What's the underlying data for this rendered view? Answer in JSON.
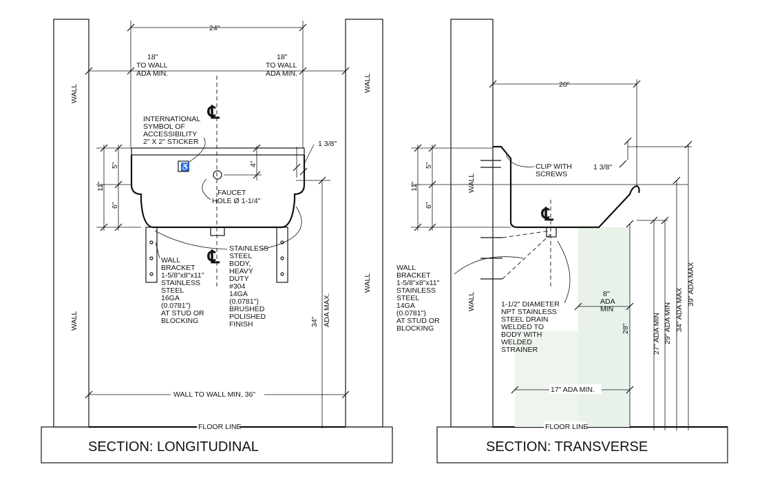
{
  "longitudinal": {
    "title": "SECTION: LONGITUDINAL",
    "dim_top": "24\"",
    "to_wall_left": [
      "18\"",
      "TO WALL",
      "ADA MIN."
    ],
    "to_wall_right": [
      "18\"",
      "TO WALL",
      "ADA MIN."
    ],
    "wall_label": "WALL",
    "symbol_note": [
      "INTERNATIONAL",
      "SYMBOL OF",
      "ACCESSIBILITY",
      "2\" X 2\" STICKER"
    ],
    "dim_1_3_8": "1 3/8\"",
    "dim_5": "5\"",
    "dim_11": "11\"",
    "dim_6": "6\"",
    "dim_4": "4\"",
    "faucet_note": [
      "FAUCET",
      "HOLE Ø 1-1/4\""
    ],
    "body_note": [
      "STAINLESS",
      "STEEL",
      "BODY,",
      "HEAVY",
      "DUTY",
      "#304",
      "14GA",
      "(0.0781\")",
      "BRUSHED",
      "POLISHED",
      "FINISH"
    ],
    "bracket_note": [
      "WALL",
      "BRACKET",
      "1-5/8\"x8\"x11\"",
      "STAINLESS",
      "STEEL",
      "16GA",
      "(0.0781\")",
      "AT STUD OR",
      "BLOCKING"
    ],
    "ada_max": [
      "34\"",
      "ADA MAX."
    ],
    "wall_to_wall": "WALL TO WALL MIN, 36\"",
    "floor_line": "FLOOR LINE",
    "centerline": "℄"
  },
  "transverse": {
    "title": "SECTION: TRANSVERSE",
    "dim_top": "20\"",
    "dim_1_3_8": "1 3/8\"",
    "clip_note": [
      "CLIP WITH",
      "SCREWS"
    ],
    "wall_label": "WALL",
    "dim_5": "5\"",
    "dim_11": "11\"",
    "dim_6": "6\"",
    "bracket_note": [
      "WALL",
      "BRACKET",
      "1-5/8\"x8\"x11\"",
      "STAINLESS",
      "STEEL",
      "14GA",
      "(0.0781\")",
      "AT STUD OR",
      "BLOCKING"
    ],
    "drain_note": [
      "1-1/2\" DIAMETER",
      "NPT STAINLESS",
      "STEEL DRAIN",
      "WELDED TO",
      "BODY WITH",
      "WELDED",
      "STRAINER"
    ],
    "ada_8": [
      "8\"",
      "ADA",
      "MIN"
    ],
    "dim_28": "28\"",
    "dim_17": "17\" ADA MIN.",
    "vert_dims": [
      "27\" ADA MIN",
      "29\" ADA MIN",
      "34\" ADA MAX",
      "39\" ADA MAX"
    ],
    "floor_line": "FLOOR LINE",
    "centerline": "℄"
  }
}
